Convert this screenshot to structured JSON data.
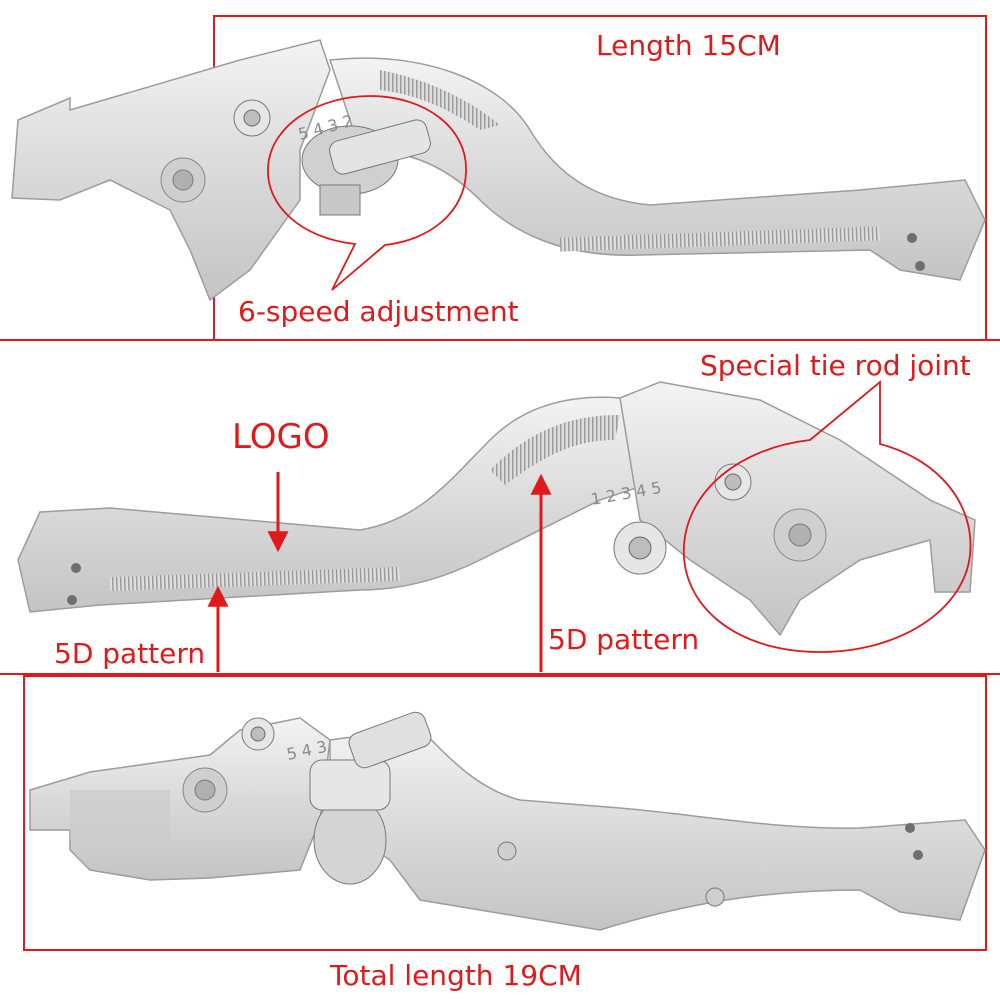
{
  "labels": {
    "length": "Length 15CM",
    "adjustment": "6-speed adjustment",
    "tie_rod": "Special tie rod joint",
    "logo": "LOGO",
    "pattern_left": "5D pattern",
    "pattern_right": "5D pattern",
    "total_length": "Total length 19CM"
  },
  "dial_numbers": {
    "top": "5 4 3 2",
    "middle": "1 2 3 4 5",
    "bottom": "5 4 3"
  },
  "colors": {
    "accent": "#e01a1a",
    "metal": "#d9d9d9",
    "metal_shadow": "#b5b5b5",
    "metal_highlight": "#f2f2f2"
  }
}
